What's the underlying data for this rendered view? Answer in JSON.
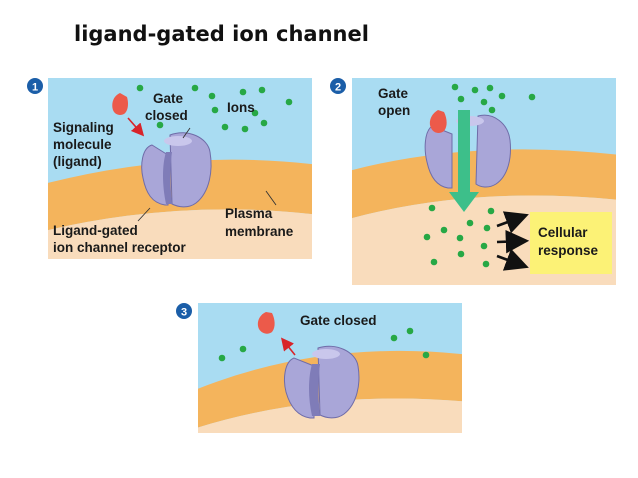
{
  "title": "ligand-gated ion channel",
  "colors": {
    "water": "#a9dcf2",
    "membrane": "#f4b45c",
    "cytoplasm": "#f9dcbc",
    "protein": "#a9a6d8",
    "protein_dark": "#7f7cb8",
    "ligand": "#ec5a4a",
    "ion": "#27a845",
    "arrow_red": "#d8242a",
    "ion_flow_arrow": "#3dbf8a",
    "response_box": "#fcf276",
    "step_badge": "#1b5ea8"
  },
  "panel1": {
    "step": "1",
    "label_gate": [
      "Gate",
      "closed"
    ],
    "label_ions": "Ions",
    "label_signaling": [
      "Signaling",
      "molecule",
      "(ligand)"
    ],
    "label_receptor": [
      "Ligand-gated",
      "ion channel receptor"
    ],
    "label_membrane": [
      "Plasma",
      "membrane"
    ]
  },
  "panel2": {
    "step": "2",
    "label_gate": [
      "Gate",
      "open"
    ],
    "label_response": [
      "Cellular",
      "response"
    ]
  },
  "panel3": {
    "step": "3",
    "label_gate": "Gate closed"
  },
  "icons": {
    "ion": "green-ion-dot",
    "ligand": "teardrop-ligand",
    "channel": "ion-channel-protein"
  }
}
